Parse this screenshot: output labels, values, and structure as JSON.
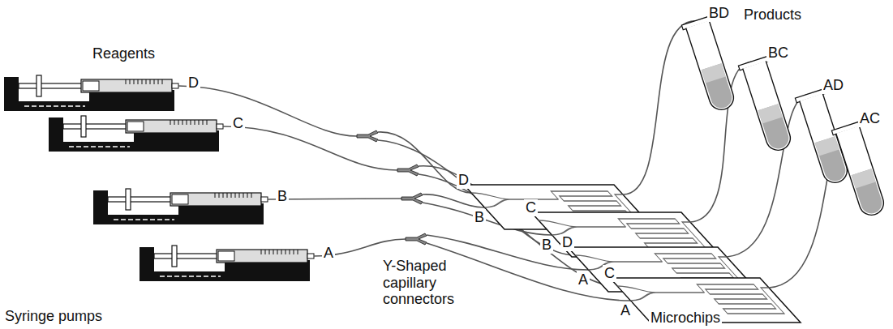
{
  "diagram": {
    "labels": [
      "Reagents",
      "D",
      "C",
      "B",
      "A",
      "Syringe pumps",
      "Y-Shaped capillary connectors",
      "D",
      "B",
      "C",
      "B",
      "D",
      "A",
      "C",
      "A",
      "Microchips",
      "Products",
      "BD",
      "BC",
      "AD",
      "AC"
    ]
  }
}
